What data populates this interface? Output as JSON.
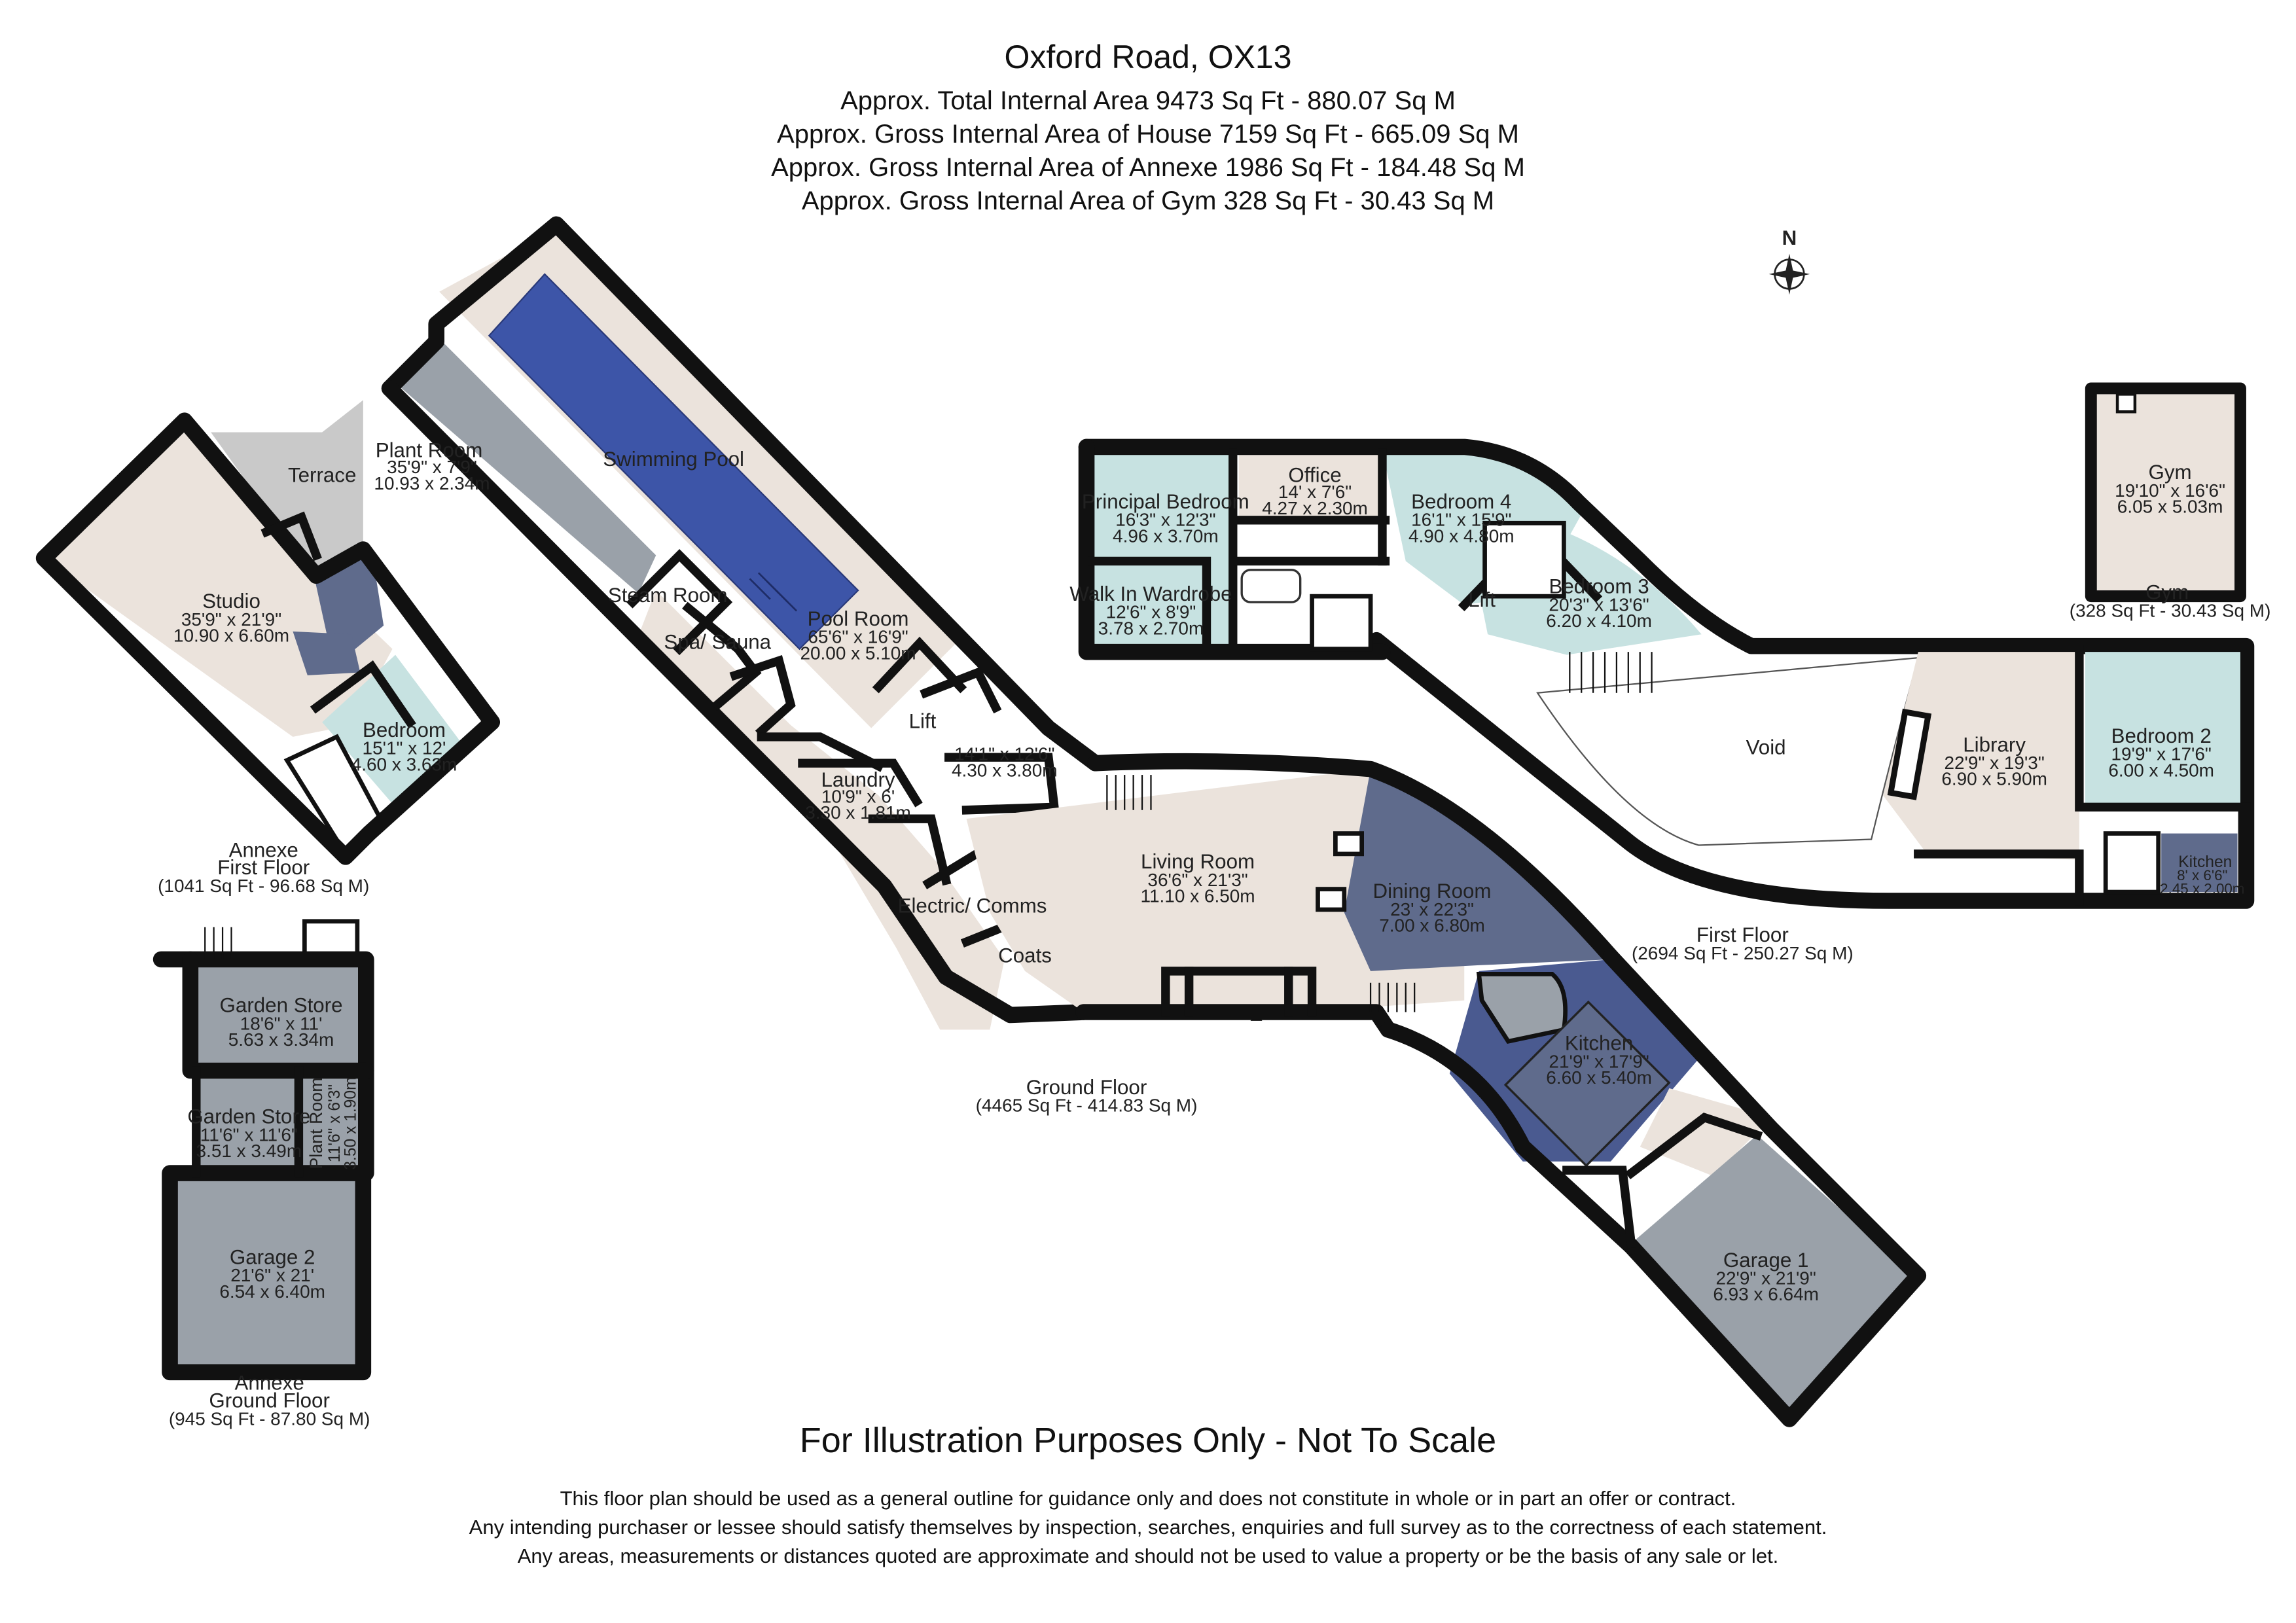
{
  "header": {
    "title": "Oxford Road, OX13",
    "lines": [
      "Approx. Total Internal Area 9473 Sq Ft - 880.07 Sq M",
      "Approx. Gross Internal Area of House 7159 Sq Ft - 665.09 Sq M",
      "Approx. Gross Internal Area of Annexe 1986 Sq Ft - 184.48 Sq M",
      "Approx. Gross Internal Area of Gym 328 Sq Ft - 30.43 Sq M"
    ]
  },
  "compass": {
    "label": "N"
  },
  "colors": {
    "beige": "#ebe3dc",
    "light_teal": "#c7e2e1",
    "slate": "#5f6b8c",
    "dark_blue": "#4a5a90",
    "grey": "#9aa1a9",
    "pool": "#3d55a8",
    "light_grey": "#c9c9c9",
    "wall": "#111111"
  },
  "rooms": {
    "swimming_pool": "Swimming Pool",
    "plant_room_pool": {
      "name": "Plant Room",
      "dims": [
        "35'9\" x 7'9\"",
        "10.93 x 2.34m"
      ]
    },
    "pool_room": {
      "name": "Pool Room",
      "dims": [
        "65'6\" x 16'9\"",
        "20.00 x 5.10m"
      ]
    },
    "steam_room": "Steam Room",
    "spa_sauna": "Spa/ Sauna",
    "lift_ground": "Lift",
    "room_14": {
      "name": "",
      "dims": [
        "14'1\" x 12'6\"",
        "4.30 x 3.80m"
      ]
    },
    "laundry": {
      "name": "Laundry",
      "dims": [
        "10'9\" x 6'",
        "3.30 x 1.81m"
      ]
    },
    "electric": "Electric/ Comms",
    "coats": "Coats",
    "living_room": {
      "name": "Living Room",
      "dims": [
        "36'6\" x 21'3\"",
        "11.10 x 6.50m"
      ]
    },
    "dining_room": {
      "name": "Dining Room",
      "dims": [
        "23' x 22'3\"",
        "7.00 x 6.80m"
      ]
    },
    "kitchen": {
      "name": "Kitchen",
      "dims": [
        "21'9\" x 17'9\"",
        "6.60 x 5.40m"
      ]
    },
    "garage_1": {
      "name": "Garage 1",
      "dims": [
        "22'9\" x 21'9\"",
        "6.93 x 6.64m"
      ]
    },
    "principal_bedroom": {
      "name": "Principal Bedroom",
      "dims": [
        "16'3\" x 12'3\"",
        "4.96 x 3.70m"
      ]
    },
    "walk_in_wardrobe": {
      "name": "Walk In Wardrobe",
      "dims": [
        "12'6\" x 8'9\"",
        "3.78 x 2.70m"
      ]
    },
    "office": {
      "name": "Office",
      "dims": [
        "14' x 7'6\"",
        "4.27 x 2.30m"
      ]
    },
    "bedroom_4": {
      "name": "Bedroom 4",
      "dims": [
        "16'1\" x 15'9\"",
        "4.90 x 4.80m"
      ]
    },
    "bedroom_3": {
      "name": "Bedroom 3",
      "dims": [
        "20'3\" x 13'6\"",
        "6.20 x 4.10m"
      ]
    },
    "lift_first": "Lift",
    "void": "Void",
    "library": {
      "name": "Library",
      "dims": [
        "22'9\" x 19'3\"",
        "6.90 x 5.90m"
      ]
    },
    "bedroom_2": {
      "name": "Bedroom 2",
      "dims": [
        "19'9\" x 17'6\"",
        "6.00 x 4.50m"
      ]
    },
    "kitchen_small": {
      "name": "Kitchen",
      "dims": [
        "8' x 6'6\"",
        "2.45 x 2.00m"
      ]
    },
    "gym": {
      "name": "Gym",
      "dims": [
        "19'10\" x 16'6\"",
        "6.05 x 5.03m"
      ]
    },
    "studio": {
      "name": "Studio",
      "dims": [
        "35'9\" x 21'9\"",
        "10.90 x 6.60m"
      ]
    },
    "terrace": "Terrace",
    "annexe_bedroom": {
      "name": "Bedroom",
      "dims": [
        "15'1\" x 12'",
        "4.60 x 3.63m"
      ]
    },
    "garden_store_1": {
      "name": "Garden Store",
      "dims": [
        "18'6\" x 11'",
        "5.63 x 3.34m"
      ]
    },
    "garden_store_2": {
      "name": "Garden Store",
      "dims": [
        "11'6\" x 11'6\"",
        "3.51 x 3.49m"
      ]
    },
    "plant_room_annexe": {
      "name": "Plant Room",
      "dims": [
        "11'6\" x 6'3\"",
        "3.50 x 1.90m"
      ]
    },
    "garage_2": {
      "name": "Garage 2",
      "dims": [
        "21'6\" x 21'",
        "6.54 x 6.40m"
      ]
    }
  },
  "floor_labels": {
    "gym": {
      "name": "Gym",
      "area": "(328 Sq Ft - 30.43 Sq M)"
    },
    "first_floor": {
      "name": "First Floor",
      "area": "(2694 Sq Ft - 250.27 Sq M)"
    },
    "ground_floor": {
      "name": "Ground Floor",
      "area": "(4465 Sq Ft - 414.83 Sq M)"
    },
    "annexe_first": {
      "name": "Annexe",
      "name2": "First Floor",
      "area": "(1041 Sq Ft - 96.68 Sq M)"
    },
    "annexe_ground": {
      "name": "Annexe",
      "name2": "Ground Floor",
      "area": "(945 Sq Ft - 87.80 Sq M)"
    }
  },
  "disclaimer": {
    "title": "For Illustration Purposes Only - Not To Scale",
    "lines": [
      "This floor plan should be used as a general outline for guidance only and does not constitute in whole or in part an offer or contract.",
      "Any intending purchaser or lessee should satisfy themselves by inspection, searches, enquiries and full survey as to the correctness of each statement.",
      "Any areas, measurements or distances quoted are approximate and should not be used to value a property or be the basis of any sale or let."
    ]
  }
}
